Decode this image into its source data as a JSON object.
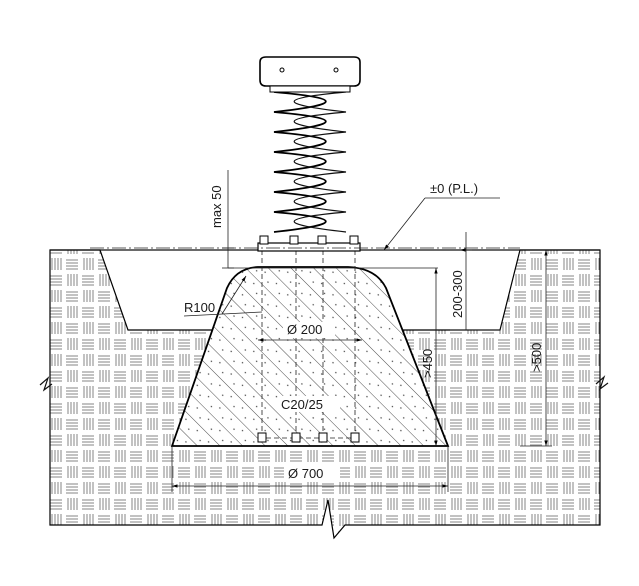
{
  "drawing": {
    "dimensions": {
      "level": "±0 (P.L.)",
      "max_lift": "max 50",
      "depth_range": "200-300",
      "corner_radius": "R100",
      "bolt_circle": "Ø 200",
      "anchor_depth": ">450",
      "total_depth": ">500",
      "concrete_grade": "C20/25",
      "base_diameter": "Ø 700"
    },
    "icons": {
      "arrow": "arrowhead-icon",
      "bolt": "anchor-bolt-icon",
      "spring": "coil-spring-icon"
    },
    "colors": {
      "line": "#000000",
      "background": "#ffffff"
    }
  }
}
